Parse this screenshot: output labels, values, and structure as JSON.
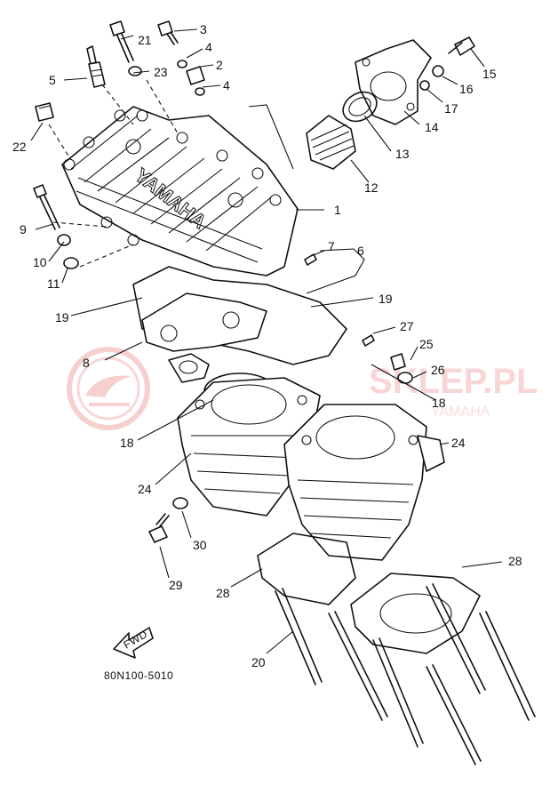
{
  "diagram": {
    "part_code": "80N100-5010",
    "direction_marker": "FWD",
    "cover_lettering": "YAMAHA",
    "callouts": [
      {
        "id": "1",
        "label": "1"
      },
      {
        "id": "2",
        "label": "2"
      },
      {
        "id": "3",
        "label": "3"
      },
      {
        "id": "4a",
        "label": "4"
      },
      {
        "id": "4b",
        "label": "4"
      },
      {
        "id": "5",
        "label": "5"
      },
      {
        "id": "6",
        "label": "6"
      },
      {
        "id": "7",
        "label": "7"
      },
      {
        "id": "8",
        "label": "8"
      },
      {
        "id": "9",
        "label": "9"
      },
      {
        "id": "10",
        "label": "10"
      },
      {
        "id": "11",
        "label": "11"
      },
      {
        "id": "12",
        "label": "12"
      },
      {
        "id": "13",
        "label": "13"
      },
      {
        "id": "14",
        "label": "14"
      },
      {
        "id": "15",
        "label": "15"
      },
      {
        "id": "16",
        "label": "16"
      },
      {
        "id": "17",
        "label": "17"
      },
      {
        "id": "18a",
        "label": "18"
      },
      {
        "id": "18b",
        "label": "18"
      },
      {
        "id": "19a",
        "label": "19"
      },
      {
        "id": "19b",
        "label": "19"
      },
      {
        "id": "20",
        "label": "20"
      },
      {
        "id": "21",
        "label": "21"
      },
      {
        "id": "22",
        "label": "22"
      },
      {
        "id": "23",
        "label": "23"
      },
      {
        "id": "24a",
        "label": "24"
      },
      {
        "id": "24b",
        "label": "24"
      },
      {
        "id": "25",
        "label": "25"
      },
      {
        "id": "26",
        "label": "26"
      },
      {
        "id": "27",
        "label": "27"
      },
      {
        "id": "28a",
        "label": "28"
      },
      {
        "id": "28b",
        "label": "28"
      },
      {
        "id": "29",
        "label": "29"
      },
      {
        "id": "30",
        "label": "30"
      }
    ]
  },
  "watermark": {
    "title": "SKLEP.PL",
    "subtitle": "YAMAHA",
    "color": "#e88a8a"
  }
}
